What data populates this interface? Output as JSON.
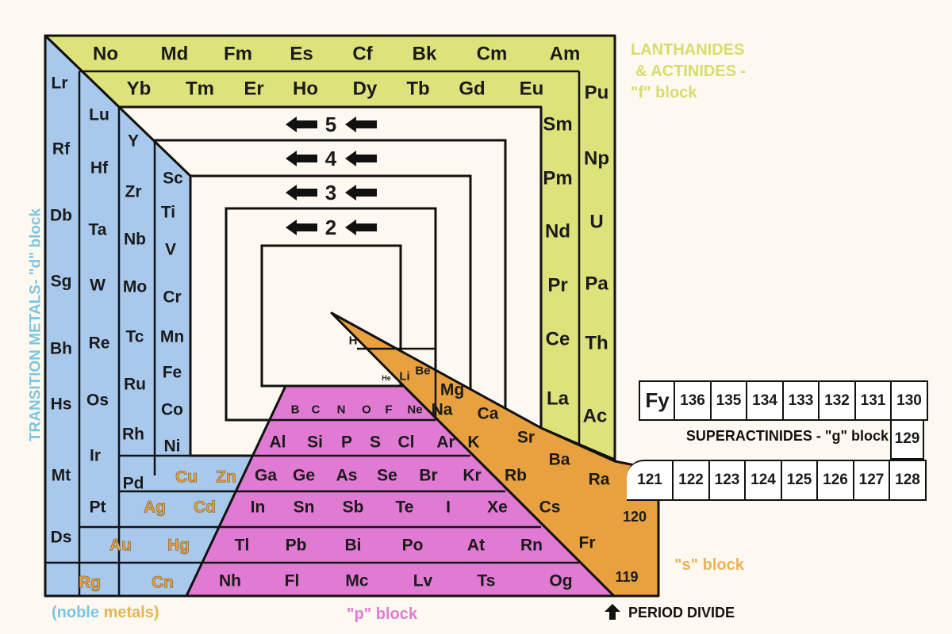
{
  "colors": {
    "background": "#fdf9f0",
    "f_block": "#dde27a",
    "d_block": "#a9c9ec",
    "p_block": "#e07ad2",
    "s_block": "#e8a13e",
    "label_f": "#d6dc6e",
    "label_d": "#7cc6e0",
    "label_p": "#e07ad2",
    "label_s": "#e8b456"
  },
  "periods": [
    "5",
    "4",
    "3",
    "2"
  ],
  "f_block": [
    "No",
    "Md",
    "Fm",
    "Es",
    "Cf",
    "Bk",
    "Cm",
    "Am",
    "Yb",
    "Tm",
    "Er",
    "Ho",
    "Dy",
    "Tb",
    "Gd",
    "Eu",
    "Pu",
    "Np",
    "U",
    "Pa",
    "Th",
    "Ac",
    "Sm",
    "Pm",
    "Nd",
    "Pr",
    "Ce",
    "La"
  ],
  "d_block": [
    "Lr",
    "Rf",
    "Db",
    "Sg",
    "Bh",
    "Hs",
    "Mt",
    "Ds",
    "Lu",
    "Hf",
    "Ta",
    "W",
    "Re",
    "Os",
    "Ir",
    "Pt",
    "Y",
    "Zr",
    "Nb",
    "Mo",
    "Tc",
    "Ru",
    "Rh",
    "Pd",
    "Sc",
    "Ti",
    "V",
    "Cr",
    "Mn",
    "Fe",
    "Co",
    "Ni"
  ],
  "noble_metals": [
    "Cu",
    "Zn",
    "Ag",
    "Cd",
    "Au",
    "Hg",
    "Rg",
    "Cn"
  ],
  "p_block": [
    "B",
    "C",
    "N",
    "O",
    "F",
    "Ne",
    "Al",
    "Si",
    "P",
    "S",
    "Cl",
    "Ar",
    "Ga",
    "Ge",
    "As",
    "Se",
    "Br",
    "Kr",
    "In",
    "Sn",
    "Sb",
    "Te",
    "I",
    "Xe",
    "Tl",
    "Pb",
    "Bi",
    "Po",
    "At",
    "Rn",
    "Nh",
    "Fl",
    "Mc",
    "Lv",
    "Ts",
    "Og"
  ],
  "s_block": [
    "H",
    "He",
    "Li",
    "Be",
    "Mg",
    "Na",
    "Ca",
    "K",
    "Sr",
    "Rb",
    "Ba",
    "Cs",
    "Ra",
    "Fr",
    "120",
    "119"
  ],
  "g_block": {
    "row1": [
      "Fy",
      "136",
      "135",
      "134",
      "133",
      "132",
      "131",
      "130"
    ],
    "row2_label": "SUPERACTINIDES - \"g\" block",
    "row2_cell": "129",
    "row3": [
      "121",
      "122",
      "123",
      "124",
      "125",
      "126",
      "127",
      "128"
    ]
  },
  "labels": {
    "f_line1": "LANTHANIDES",
    "f_line2": "& ACTINIDES -",
    "f_line3": "\"f\" block",
    "d_block": "TRANSITION METALS- \"d\" block",
    "noble_a": "(noble",
    "noble_b": "metals)",
    "p_block": "\"p\" block",
    "s_block": "\"s\" block",
    "period_divide": "PERIOD DIVIDE"
  }
}
